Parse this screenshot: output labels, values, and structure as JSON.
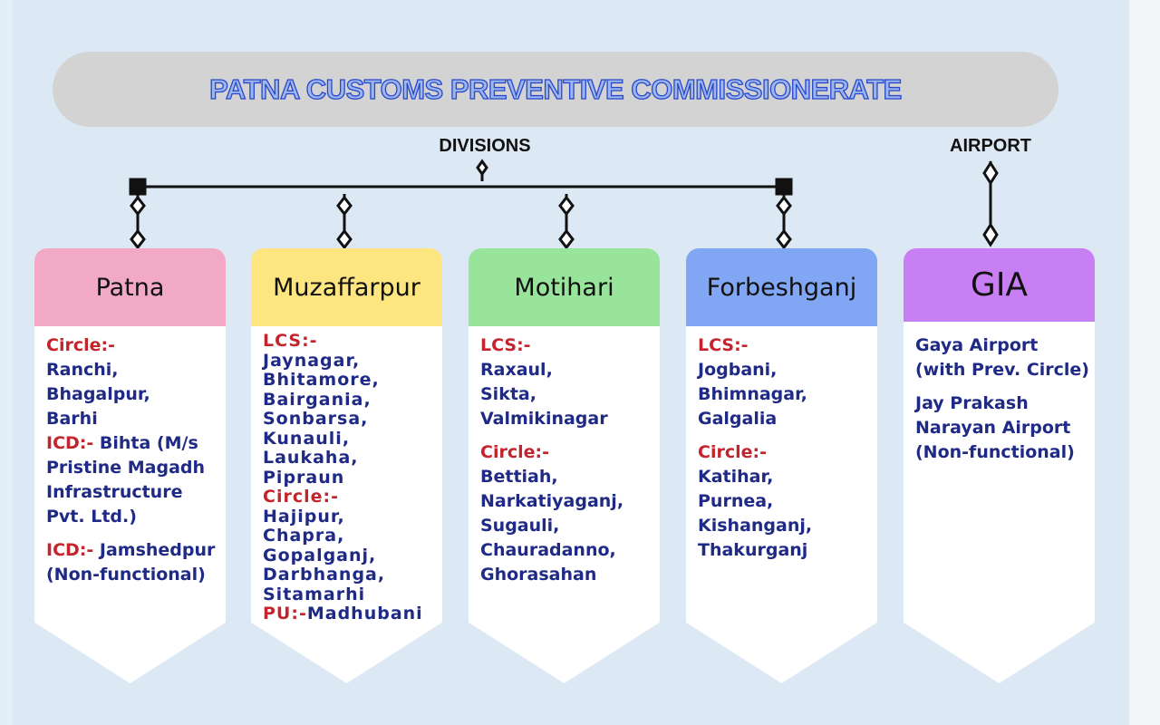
{
  "title": "PATNA CUSTOMS PREVENTIVE COMMISSIONERATE",
  "labels": {
    "divisions": "DIVISIONS",
    "airport": "AIRPORT"
  },
  "colors": {
    "patna": "#f2a9c5",
    "muzaffarpur": "#fde57f",
    "motihari": "#99e49b",
    "forbeshganj": "#81a6f4",
    "gia": "#c97ff4",
    "label": "#c4242c",
    "text": "#1f2a86"
  },
  "cards": [
    {
      "name": "Patna",
      "lines": [
        {
          "label": "Circle:-"
        },
        {
          "text": "Ranchi,"
        },
        {
          "text": "Bhagalpur,"
        },
        {
          "text": "Barhi"
        },
        {
          "label": "ICD:-",
          "text": " Bihta (M/s"
        },
        {
          "text": "Pristine Magadh"
        },
        {
          "text": "Infrastructure"
        },
        {
          "text": "Pvt. Ltd.)"
        },
        {
          "gap": true
        },
        {
          "label": "ICD:-",
          "text": " Jamshedpur"
        },
        {
          "text": "(Non-functional)"
        }
      ]
    },
    {
      "name": "Muzaffarpur",
      "lines": [
        {
          "label": "LCS:-"
        },
        {
          "text": "Jaynagar,"
        },
        {
          "text": "Bhitamore,"
        },
        {
          "text": "Bairgania,"
        },
        {
          "text": "Sonbarsa,"
        },
        {
          "text": "Kunauli,"
        },
        {
          "text": "Laukaha,"
        },
        {
          "text": "Pipraun"
        },
        {
          "label": "Circle:-"
        },
        {
          "text": "Hajipur,"
        },
        {
          "text": "Chapra,"
        },
        {
          "text": "Gopalganj,"
        },
        {
          "text": "Darbhanga,"
        },
        {
          "text": "Sitamarhi"
        },
        {
          "label": "PU:-",
          "text": "Madhubani"
        }
      ]
    },
    {
      "name": "Motihari",
      "lines": [
        {
          "label": "LCS:-"
        },
        {
          "text": "Raxaul,"
        },
        {
          "text": "Sikta,"
        },
        {
          "text": "Valmikinagar"
        },
        {
          "gap": true
        },
        {
          "label": "Circle:-"
        },
        {
          "text": "Bettiah,"
        },
        {
          "text": "Narkatiyaganj,"
        },
        {
          "text": "Sugauli,"
        },
        {
          "text": "Chauradanno,"
        },
        {
          "text": "Ghorasahan"
        }
      ]
    },
    {
      "name": "Forbeshganj",
      "lines": [
        {
          "label": "LCS:-"
        },
        {
          "text": "Jogbani,"
        },
        {
          "text": "Bhimnagar,"
        },
        {
          "text": "Galgalia"
        },
        {
          "gap": true
        },
        {
          "label": "Circle:-"
        },
        {
          "text": "Katihar,"
        },
        {
          "text": "Purnea,"
        },
        {
          "text": "Kishanganj,"
        },
        {
          "text": "Thakurganj"
        }
      ]
    },
    {
      "name": "GIA",
      "lines": [
        {
          "text": "Gaya Airport"
        },
        {
          "text": "(with Prev. Circle)"
        },
        {
          "gap": true
        },
        {
          "text": "Jay Prakash"
        },
        {
          "text": "Narayan Airport"
        },
        {
          "text": "(Non-functional)"
        }
      ]
    }
  ]
}
